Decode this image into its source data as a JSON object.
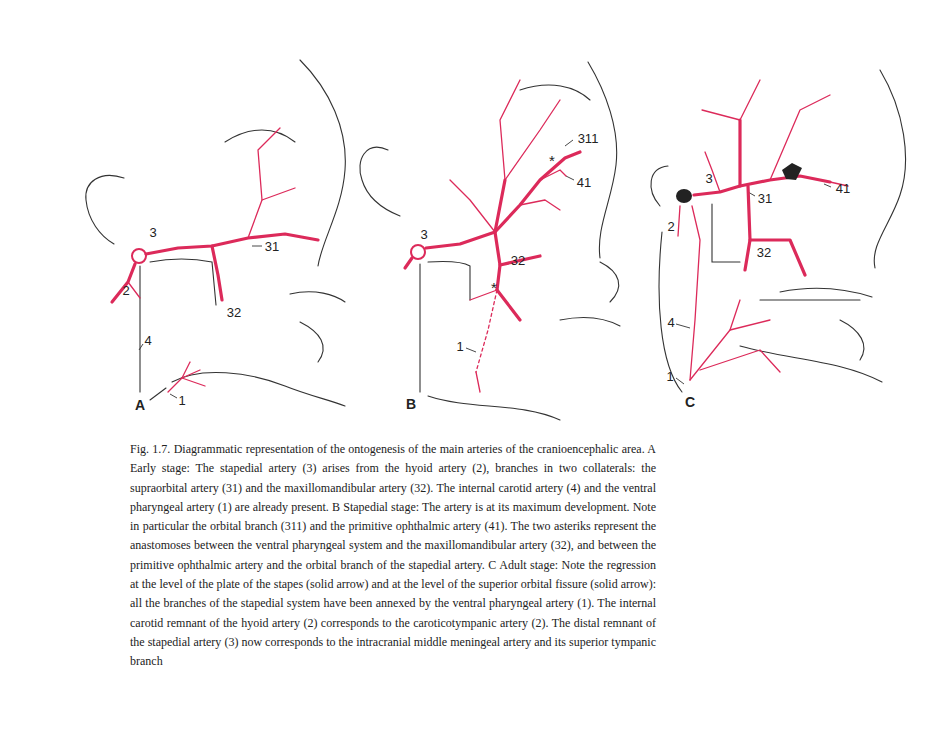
{
  "diagram": {
    "caption": "Fig. 1.7. Diagrammatic representation of the ontogenesis of the main arteries of the cranioencephalic area. A Early stage: The stapedial artery (3) arises from the hyoid artery (2), branches in two collaterals: the supraorbital artery (31) and the maxillomandibular artery (32). The internal carotid artery (4) and the ventral pharyngeal artery (1) are already present. B Stapedial stage: The artery is at its maximum development. Note in particular the orbital branch (311) and the primitive ophthalmic artery (41). The two asteriks represent the anastomoses between the ventral pharyngeal system and the maxillomandibular artery (32), and between the primitive ophthalmic artery and the orbital branch of the stapedial artery. C Adult stage: Note the regression at the level of the plate of the stapes (solid arrow) and at the level of the superior orbital fissure (solid arrow): all the branches of the stapedial system have been annexed by the ventral pharyngeal artery (1). The internal carotid remnant of the hyoid artery (2) corresponds to the caroticotympanic artery (2). The distal remnant of the stapedial artery (3) now corresponds to the intracranial middle meningeal artery and its superior tympanic branch",
    "labels": [
      "3",
      "2",
      "4",
      "1",
      "31",
      "32",
      "A",
      "311",
      "*",
      "41",
      "3",
      "32",
      "*",
      "1",
      "B",
      "3",
      "2",
      "31",
      "41",
      "32",
      "4",
      "1",
      "C"
    ]
  }
}
